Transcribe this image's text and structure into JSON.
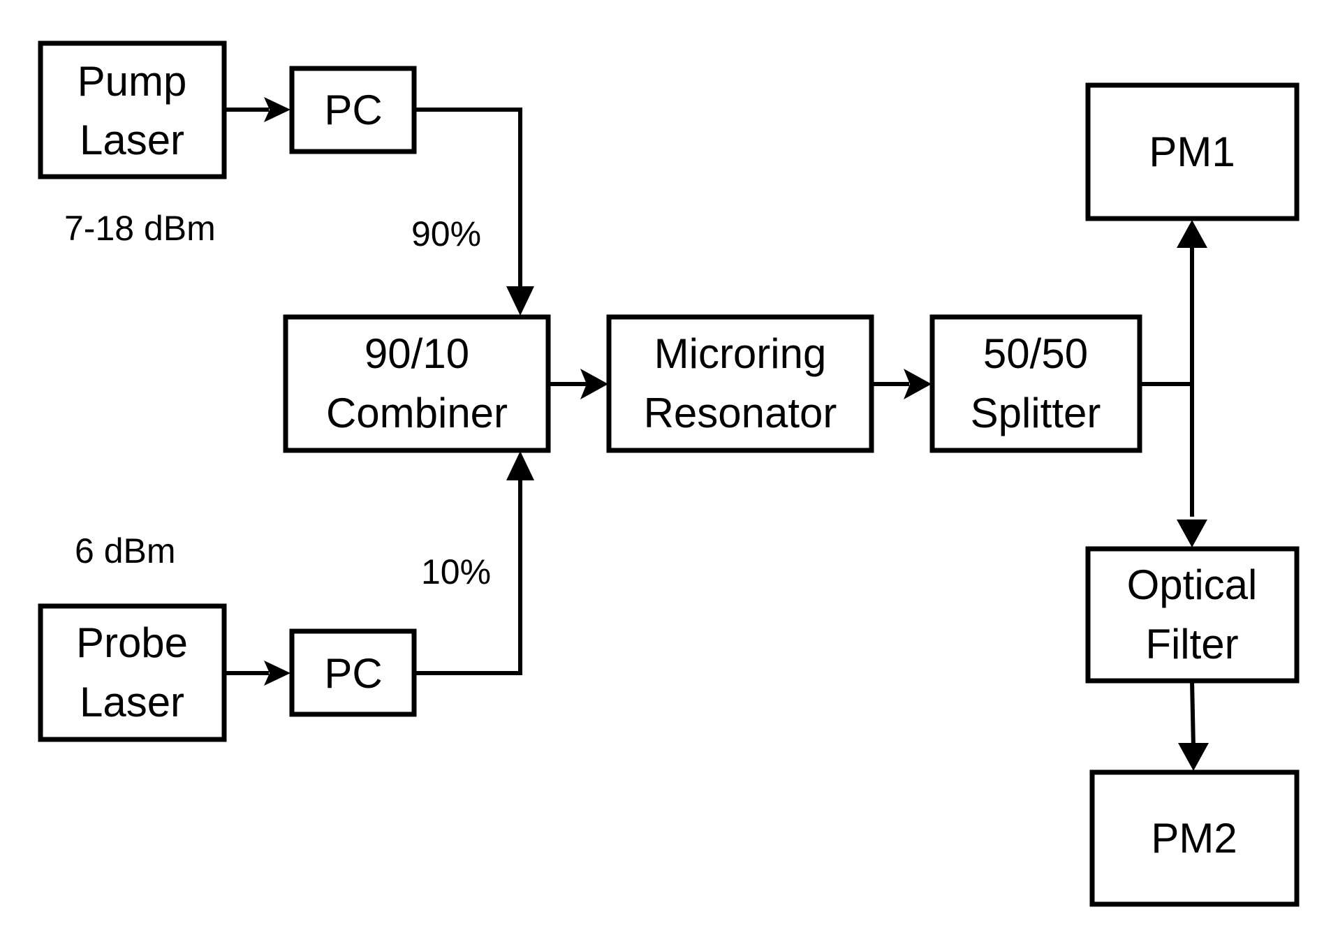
{
  "diagram": {
    "type": "optical experimental setup block diagram",
    "nodes": {
      "pump_laser": {
        "line1": "Pump",
        "line2": "Laser"
      },
      "pc_top": {
        "label": "PC"
      },
      "combiner": {
        "line1": "90/10",
        "line2": "Combiner"
      },
      "microring": {
        "line1": "Microring",
        "line2": "Resonator"
      },
      "splitter": {
        "line1": "50/50",
        "line2": "Splitter"
      },
      "pm1": {
        "label": "PM1"
      },
      "optical_filter": {
        "line1": "Optical",
        "line2": "Filter"
      },
      "pm2": {
        "label": "PM2"
      },
      "probe_laser": {
        "line1": "Probe",
        "line2": "Laser"
      },
      "pc_bottom": {
        "label": "PC"
      }
    },
    "annotations": {
      "pump_power": "7-18 dBm",
      "probe_power": "6 dBm",
      "pump_ratio": "90%",
      "probe_ratio": "10%"
    },
    "edges": [
      {
        "from": "Pump Laser",
        "to": "PC"
      },
      {
        "from": "PC",
        "to": "90/10 Combiner",
        "label": "90%"
      },
      {
        "from": "Probe Laser",
        "to": "PC"
      },
      {
        "from": "PC",
        "to": "90/10 Combiner",
        "label": "10%"
      },
      {
        "from": "90/10 Combiner",
        "to": "Microring Resonator"
      },
      {
        "from": "Microring Resonator",
        "to": "50/50 Splitter"
      },
      {
        "from": "50/50 Splitter",
        "to": "PM1"
      },
      {
        "from": "50/50 Splitter",
        "to": "Optical Filter"
      },
      {
        "from": "Optical Filter",
        "to": "PM2"
      }
    ]
  }
}
